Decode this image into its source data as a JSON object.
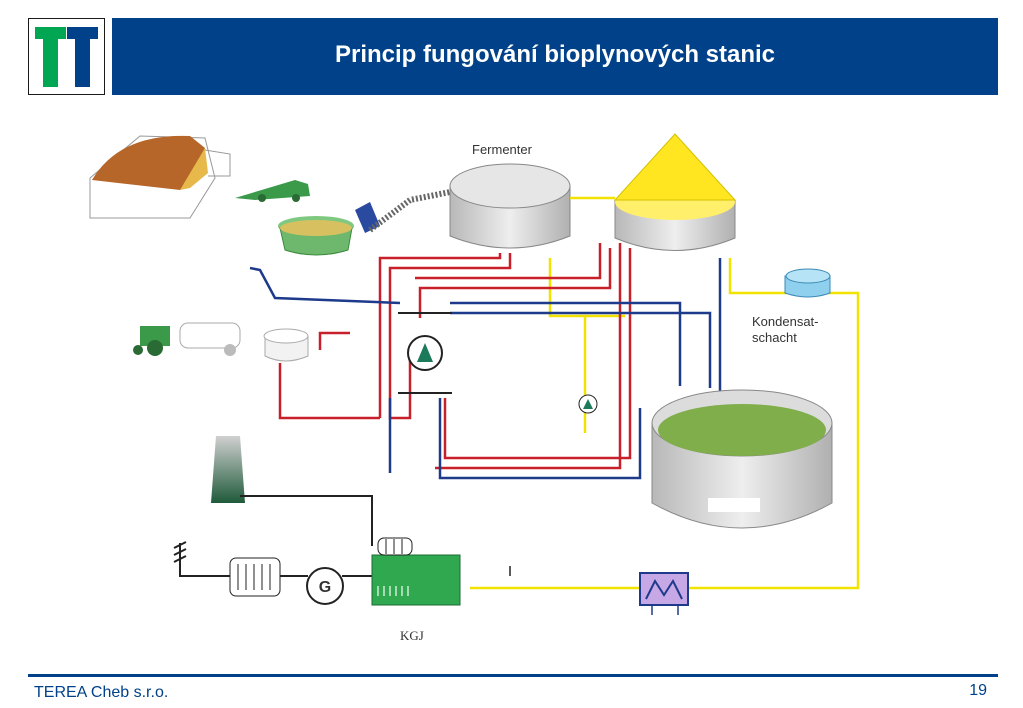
{
  "header": {
    "title": "Princip fungování bioplynových stanic"
  },
  "diagram": {
    "labels": {
      "fermenter": "Fermenter",
      "kondensat_line1": "Kondensat-",
      "kondensat_line2": "schacht",
      "kgj": "KGJ",
      "generator": "G"
    }
  },
  "footer": {
    "company": "TEREA Cheb s.r.o.",
    "page_number": "19"
  },
  "colors": {
    "brand_blue": "#00418a",
    "logo_green": "#00a651",
    "pipe_red": "#c8202a",
    "pipe_blue": "#1e3a8a",
    "pipe_yellow": "#f2e200",
    "digestate_green": "#7fae4a"
  }
}
